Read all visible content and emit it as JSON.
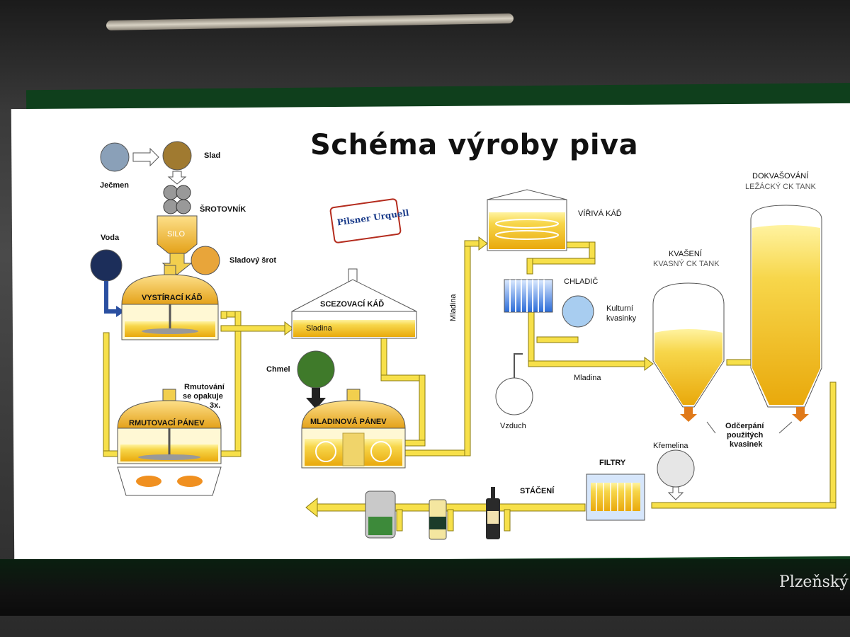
{
  "title": "Schéma výroby piva",
  "logo_text": "Pilsner Urquell",
  "brand": "Plzeňský",
  "labels": {
    "jecmen": "Ječmen",
    "slad": "Slad",
    "srotovnik": "ŠROTOVNÍK",
    "silo": "SILO",
    "voda": "Voda",
    "sladovy_srot": "Sladový šrot",
    "vystiraci_kad": "VYSTÍRACÍ KÁĎ",
    "rmutovani1": "Rmutování",
    "rmutovani2": "se opakuje",
    "rmutovani3": "3x.",
    "rmutovaci_panev": "RMUTOVACÍ PÁNEV",
    "scezovaci_kad": "SCEZOVACÍ KÁĎ",
    "sladina": "Sladina",
    "chmel": "Chmel",
    "mladinova_panev": "MLADINOVÁ PÁNEV",
    "mladina_vertical": "Mladina",
    "viriva_kad": "VÍŘIVÁ KÁĎ",
    "chladic": "CHLADIČ",
    "kulturni1": "Kulturní",
    "kulturni2": "kvasinky",
    "vzduch": "Vzduch",
    "mladina": "Mladina",
    "kvaseni": "KVAŠENÍ",
    "kvasny_tank": "KVASNÝ CK TANK",
    "dokvasovani": "DOKVAŠOVÁNÍ",
    "lezacky_tank": "LEŽÁCKÝ CK TANK",
    "odcerpani1": "Odčerpání",
    "odcerpani2": "použitých",
    "odcerpani3": "kvasinek",
    "kremelina": "Křemelina",
    "filtry": "FILTRY",
    "staceni": "STÁČENÍ"
  },
  "colors": {
    "beer": "#f5c518",
    "beer_dark": "#e0a10a",
    "pipe": "#f7e04a",
    "tank_outline": "#555555",
    "frame": "#0f3f1c"
  }
}
